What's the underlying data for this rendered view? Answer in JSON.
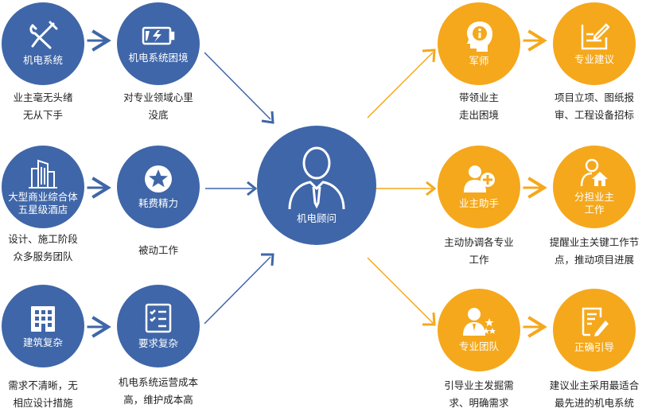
{
  "colors": {
    "blue": "#3f66a8",
    "orange": "#f5a81c",
    "arrow_blue": "#3f66a8",
    "arrow_orange": "#f5a81c",
    "text": "#222222"
  },
  "left_rows": [
    {
      "problem": {
        "label": [
          "机电系统"
        ],
        "icon": "wrench-screwdriver-icon",
        "desc": [
          "业主毫无头绪",
          "无从下手"
        ]
      },
      "difficulty": {
        "label": [
          "机电系统困境"
        ],
        "icon": "low-battery-icon",
        "desc": [
          "对专业领域心里",
          "没底"
        ]
      }
    },
    {
      "problem": {
        "label": [
          "大型商业综合体",
          "五星级酒店"
        ],
        "icon": "building-icon",
        "desc": [
          "设计、施工阶段",
          "众多服务团队"
        ]
      },
      "difficulty": {
        "label": [
          "耗费精力"
        ],
        "icon": "star-icon",
        "desc": [
          "被动工作"
        ]
      }
    },
    {
      "problem": {
        "label": [
          "建筑复杂"
        ],
        "icon": "office-building-icon",
        "desc": [
          "需求不清晰，无",
          "相应设计措施"
        ]
      },
      "difficulty": {
        "label": [
          "要求复杂"
        ],
        "icon": "checklist-icon",
        "desc": [
          "机电系统运营成本",
          "高，维护成本高"
        ]
      }
    }
  ],
  "center": {
    "label": "机电顾问",
    "icon": "consultant-person-icon"
  },
  "right_rows": [
    {
      "role": {
        "label": [
          "军师"
        ],
        "icon": "head-info-icon",
        "desc": [
          "带领业主",
          "走出困境"
        ]
      },
      "result": {
        "label": [
          "专业建议"
        ],
        "icon": "document-edit-icon",
        "desc": [
          "项目立项、图纸报",
          "审、工程设备招标"
        ]
      }
    },
    {
      "role": {
        "label": [
          "业主助手"
        ],
        "icon": "user-add-icon",
        "desc": [
          "主动协调各专业",
          "工作"
        ]
      },
      "result": {
        "label": [
          "分担业主",
          "工作"
        ],
        "icon": "user-home-icon",
        "desc": [
          "提醒业主关键工作节",
          "点，推动项目进展"
        ]
      }
    },
    {
      "role": {
        "label": [
          "专业团队"
        ],
        "icon": "user-stars-icon",
        "desc": [
          "引导业主发掘需",
          "求、明确需求"
        ]
      },
      "result": {
        "label": [
          "正确引导"
        ],
        "icon": "document-pen-icon",
        "desc": [
          "建议业主采用最适合",
          "最先进的机电系统"
        ]
      }
    }
  ]
}
